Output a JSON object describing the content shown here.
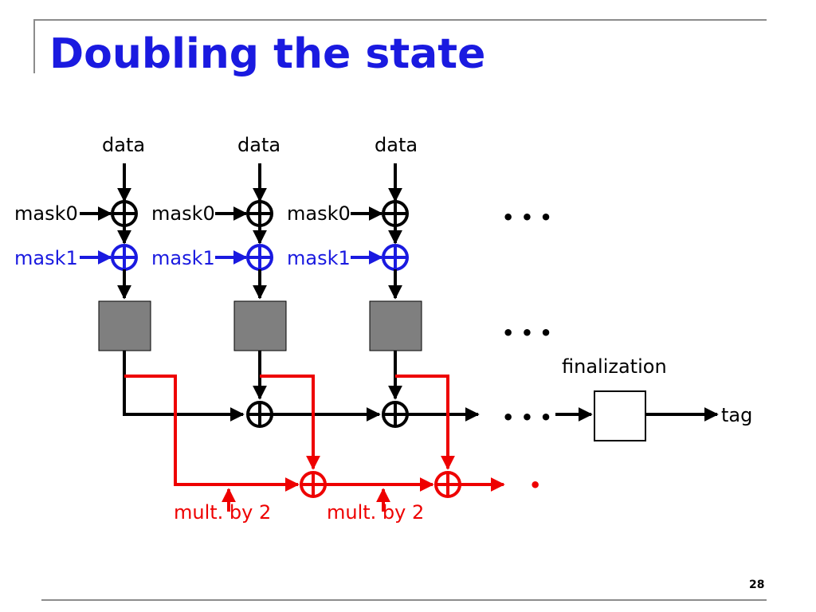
{
  "slide": {
    "title": "Doubling the state",
    "page_number": "28"
  },
  "diagram": {
    "data_label": "data",
    "mask0_label": "mask0",
    "mask1_label": "mask1",
    "finalization_label": "finalization",
    "tag_label": "tag",
    "mult_label": "mult. by 2",
    "ellipsis": "• • •",
    "red_dot": "•",
    "colors": {
      "black": "#000000",
      "blue": "#1a1ae0",
      "red": "#ee0000",
      "block_fill": "#7f7f7f",
      "frame": "#8c8c8c"
    }
  }
}
